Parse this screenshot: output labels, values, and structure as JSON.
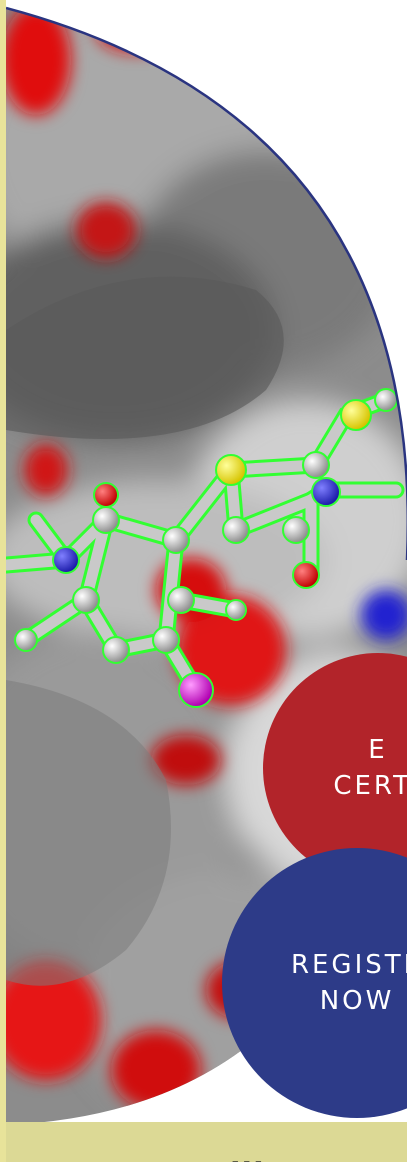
{
  "colors": {
    "accent": "#e8e39a",
    "badge_red": "#b2242a",
    "badge_blue": "#2d3b88",
    "arc": "#2a3480",
    "band": "#dcd995"
  },
  "badges": {
    "certificate": {
      "line1": "E",
      "line2": "CERTI"
    },
    "register": {
      "line1": "REGISTE",
      "line2": "NOW"
    }
  },
  "footer": {
    "text": "..."
  }
}
